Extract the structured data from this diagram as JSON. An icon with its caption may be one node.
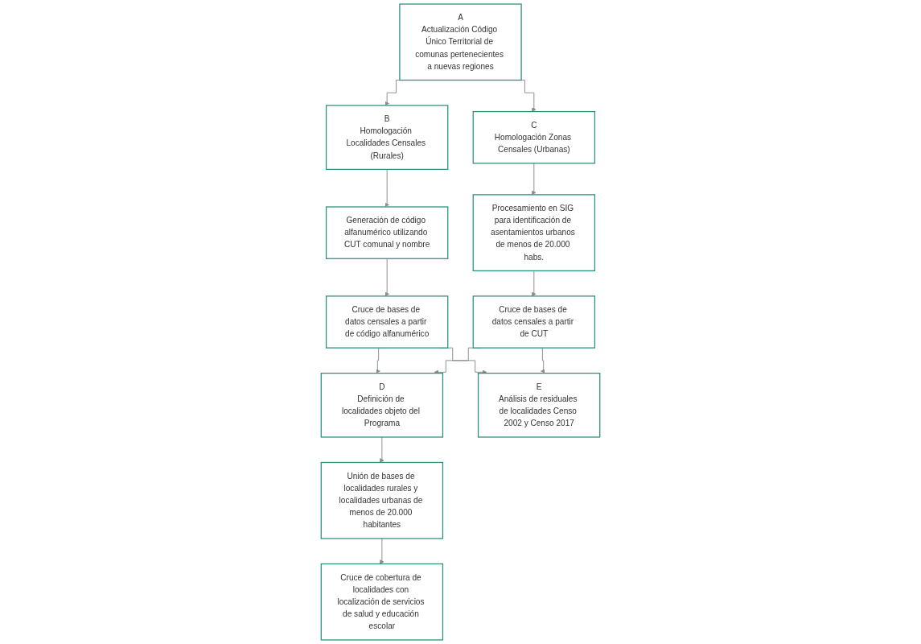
{
  "diagram": {
    "nodes": [
      {
        "text": [
          "A",
          "Actualización Código Único Territorial de comunas pertenecientes a nuevas regiones"
        ]
      },
      {
        "text": [
          "B",
          "Homologación Localidades Censales (Rurales)"
        ]
      },
      {
        "text": [
          "Generación de código alfanumérico utilizando CUT comunal y nombre"
        ]
      },
      {
        "text": [
          "Cruce de bases de datos censales a partir de código alfanumérico"
        ]
      },
      {
        "text": [
          "C",
          "Homologación Zonas Censales (Urbanas)"
        ]
      },
      {
        "text": [
          "Procesamiento en SIG para identificación de asentamientos urbanos de menos de 20.000 habs."
        ]
      },
      {
        "text": [
          "Cruce de bases de datos censales a partir de CUT"
        ]
      },
      {
        "text": [
          "D",
          "Definición de localidades objeto del Programa"
        ]
      },
      {
        "text": [
          "Unión de bases de localidades rurales y localidades urbanas de menos de 20.000 habitantes"
        ]
      },
      {
        "text": [
          "Cruce de cobertura de localidades con localización de servicios de salud y educación escolar"
        ]
      },
      {
        "text": [
          "E",
          "Análisis de residuales de localidades Censo 2002 y Censo 2017"
        ]
      }
    ],
    "edges": [
      {
        "from": 0,
        "to": 1,
        "arrow": "to"
      },
      {
        "from": 0,
        "to": 4,
        "arrow": "to"
      },
      {
        "from": 1,
        "to": 2,
        "arrow": "to"
      },
      {
        "from": 2,
        "to": 3,
        "arrow": "to"
      },
      {
        "from": 4,
        "to": 5,
        "arrow": "to"
      },
      {
        "from": 5,
        "to": 6,
        "arrow": "to"
      },
      {
        "from": 3,
        "to": 7,
        "arrow": "to"
      },
      {
        "from": 3,
        "to": 10,
        "arrow": "to"
      },
      {
        "from": 6,
        "to": 7,
        "arrow": "to"
      },
      {
        "from": 6,
        "to": 10,
        "arrow": "to"
      },
      {
        "from": 7,
        "to": 8,
        "arrow": "to"
      },
      {
        "from": 8,
        "to": 9,
        "arrow": "to"
      }
    ]
  }
}
